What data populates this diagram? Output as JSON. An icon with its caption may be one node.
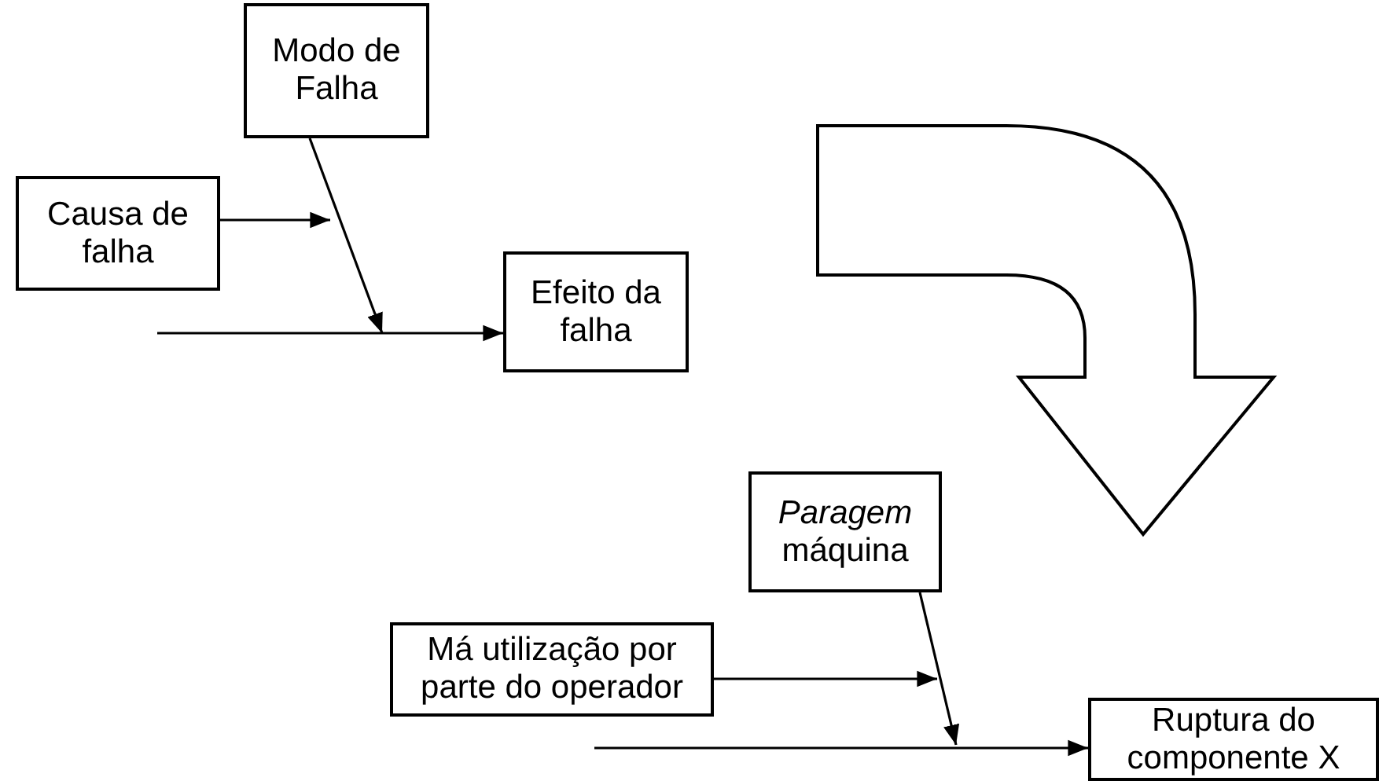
{
  "diagram": {
    "nodes": [
      {
        "text": [
          "Modo de Falha"
        ]
      },
      {
        "text": [
          "Causa de falha"
        ]
      },
      {
        "text": [
          "Efeito da falha"
        ]
      },
      {
        "text": [
          "*Paragem* máquina"
        ]
      },
      {
        "text": [
          "Má utilização por parte do operador"
        ]
      },
      {
        "text": [
          "Ruptura do componente X"
        ]
      }
    ],
    "edges": [
      {
        "from": 1,
        "to": null,
        "arrow": "to"
      },
      {
        "from": 0,
        "to": null,
        "arrow": "to"
      },
      {
        "from": null,
        "to": 2,
        "arrow": "to"
      },
      {
        "from": 4,
        "to": null,
        "arrow": "to"
      },
      {
        "from": 3,
        "to": null,
        "arrow": "to"
      },
      {
        "from": null,
        "to": 5,
        "arrow": "to"
      }
    ]
  }
}
